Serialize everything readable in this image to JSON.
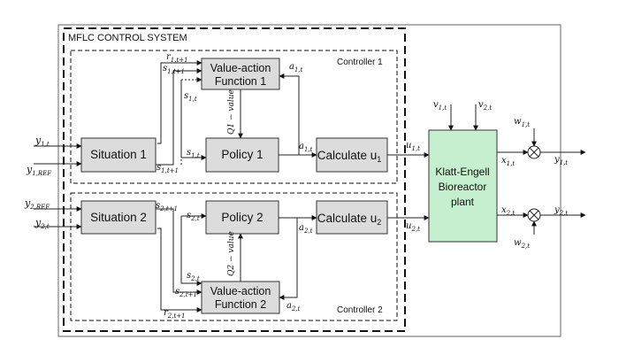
{
  "system_title": "MFLC CONTROL SYSTEM",
  "controller1": {
    "label": "Controller 1",
    "situation": "Situation 1",
    "value_action_line1": "Value-action",
    "value_action_line2": "Function 1",
    "policy": "Policy 1",
    "calculate": "Calculate u",
    "calculate_sub": "1",
    "q_value": "Q1 − value"
  },
  "controller2": {
    "label": "Controller 2",
    "situation": "Situation 2",
    "value_action_line1": "Value-action",
    "value_action_line2": "Function 2",
    "policy": "Policy 2",
    "calculate": "Calculate u",
    "calculate_sub": "2",
    "q_value": "Q2 − value"
  },
  "plant": {
    "line1": "Klatt-Engell",
    "line2": "Bioreactor",
    "line3": "plant"
  },
  "signals": {
    "y1t": {
      "main": "y",
      "sub": "1,t"
    },
    "y1ref": {
      "main": "y",
      "sub": "1,REF"
    },
    "y2ref": {
      "main": "y",
      "sub": "2,REF"
    },
    "y2t": {
      "main": "y",
      "sub": "2,t"
    },
    "r1": {
      "main": "r",
      "sub": "1,t+1"
    },
    "s1t1": {
      "main": "s",
      "sub": "1,t+1"
    },
    "s1t": {
      "main": "s",
      "sub": "1,t"
    },
    "a1t": {
      "main": "a",
      "sub": "1,t"
    },
    "u1t": {
      "main": "u",
      "sub": "1,t"
    },
    "r2": {
      "main": "r",
      "sub": "2,t+1"
    },
    "s2t1": {
      "main": "s",
      "sub": "2,t+1"
    },
    "s2t": {
      "main": "s",
      "sub": "2,t"
    },
    "a2t": {
      "main": "a",
      "sub": "2,t"
    },
    "u2t": {
      "main": "u",
      "sub": "2,t"
    },
    "v1t": {
      "main": "v",
      "sub": "1,t"
    },
    "v2t": {
      "main": "v",
      "sub": "2,t"
    },
    "w1t": {
      "main": "w",
      "sub": "1,t"
    },
    "w2t": {
      "main": "w",
      "sub": "2,t"
    },
    "x1t": {
      "main": "x",
      "sub": "1,t"
    },
    "x2t": {
      "main": "x",
      "sub": "2,t"
    },
    "out1": {
      "main": "y",
      "sub": "1,t"
    },
    "out2": {
      "main": "y",
      "sub": "2,t"
    }
  },
  "colors": {
    "block_fill": "#dcdcdc",
    "plant_fill": "#c6efcf",
    "line": "#222222",
    "feedback_line": "#666666"
  }
}
